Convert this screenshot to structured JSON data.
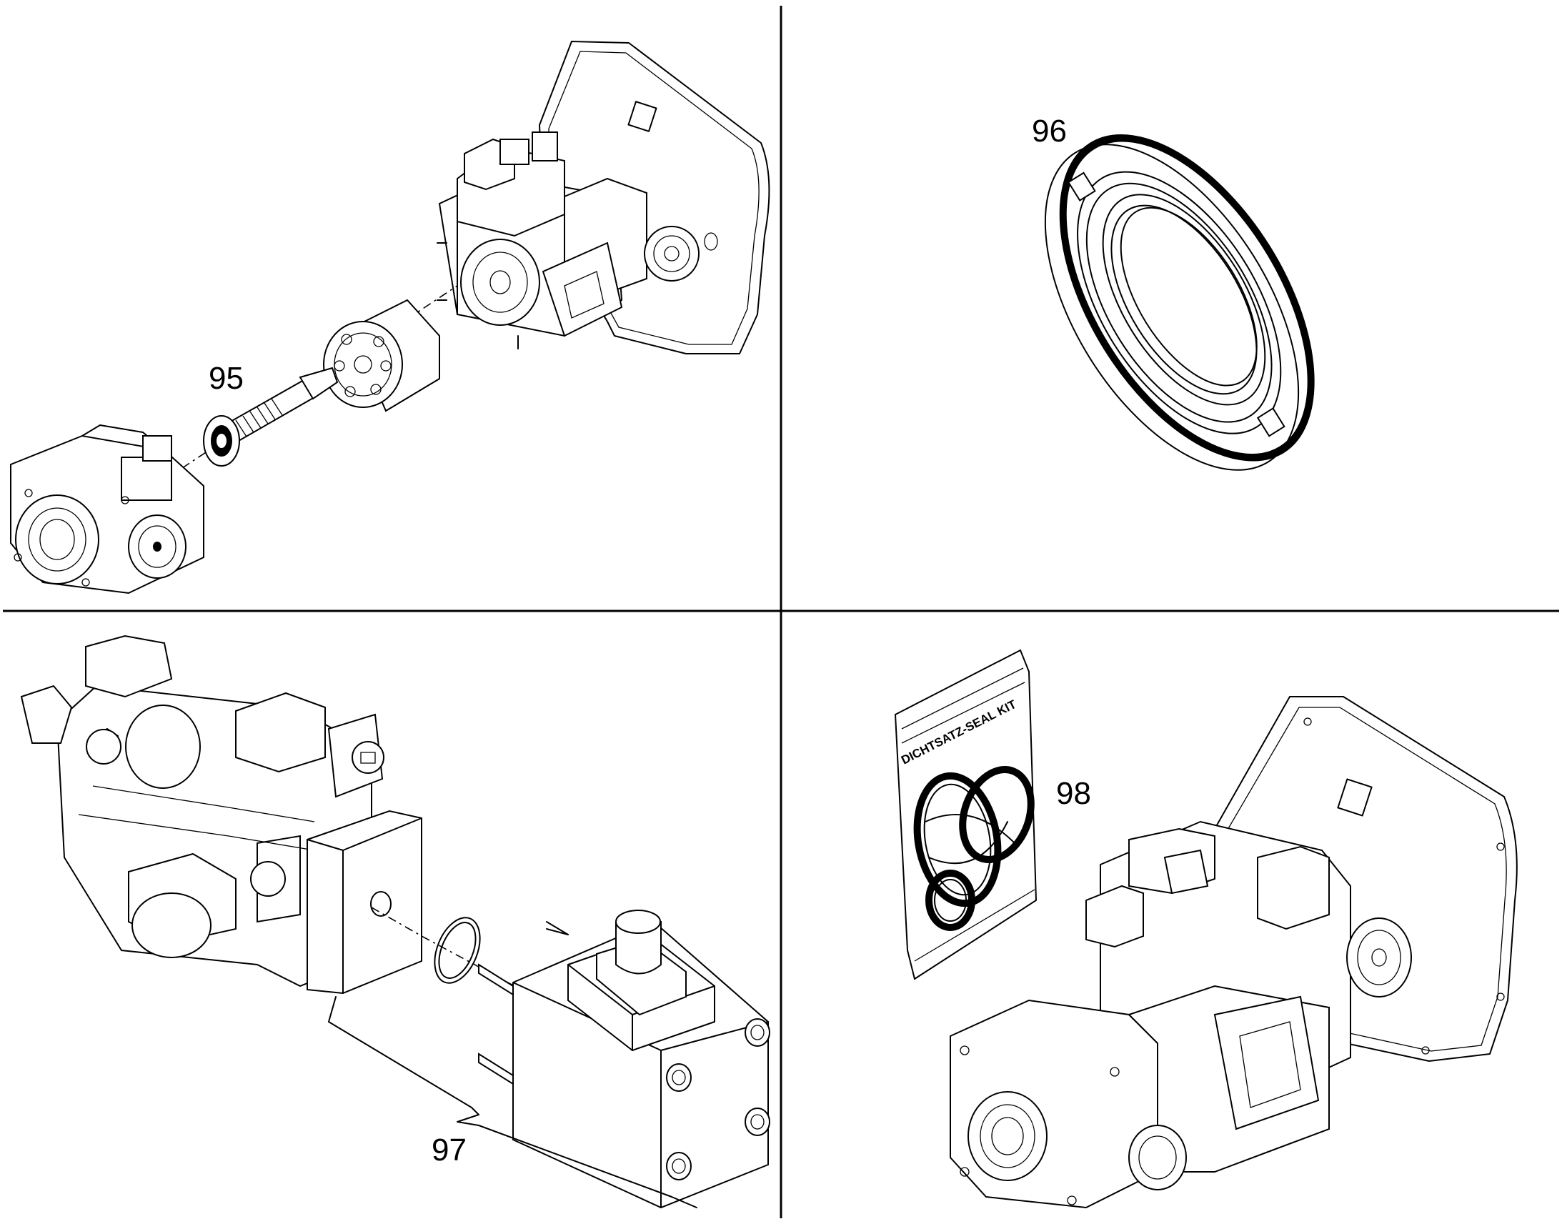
{
  "callouts": {
    "p95": "95",
    "p96": "96",
    "p97": "97",
    "p98": "98"
  },
  "seal_kit_bag": {
    "label": "DICHTSATZ-SEAL KIT"
  }
}
